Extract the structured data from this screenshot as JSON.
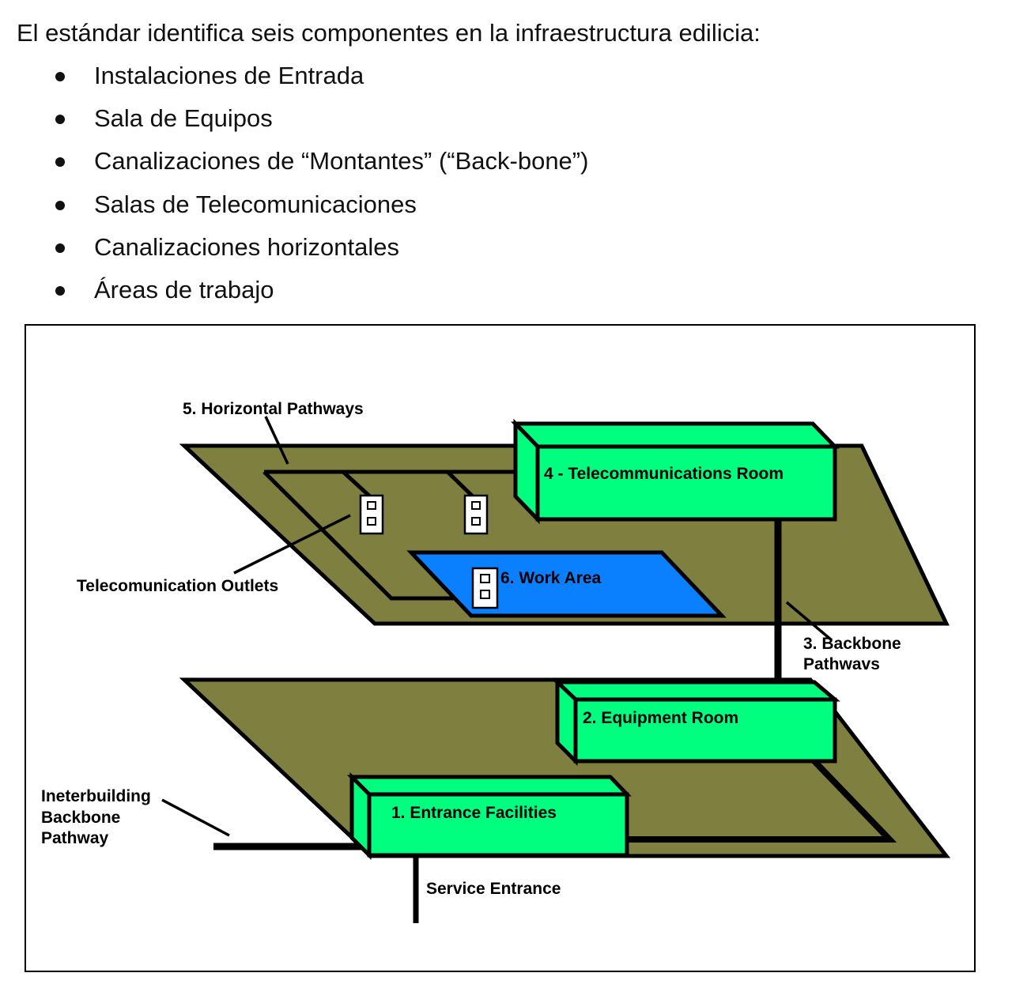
{
  "intro": "El estándar identifica seis componentes en la infraestructura edilicia:",
  "bullets": [
    "Instalaciones de Entrada",
    "Sala de Equipos",
    "Canalizaciones de “Montantes” (“Back-bone”)",
    "Salas de Telecomunicaciones",
    "Canalizaciones horizontales",
    "Áreas de trabajo"
  ],
  "diagram": {
    "labels": {
      "horizontal_pathways": "5. Horizontal Pathways",
      "telecom_room": "4 - Telecommunications Room",
      "telecom_outlets": "Telecomunication Outlets",
      "work_area": "6. Work Area",
      "backbone_line1": "3. Backbone",
      "backbone_line2": "Pathwavs",
      "equipment_room": "2. Equipment Room",
      "interbuilding_line1": "Ineterbuilding",
      "interbuilding_line2": "Backbone",
      "interbuilding_line3": "Pathway",
      "entrance_facilities": "1. Entrance Facilities",
      "service_entrance": "Service Entrance"
    },
    "colors": {
      "floor": "#7f7f3f",
      "room": "#00ff7f",
      "work_area": "#0a80ff",
      "outline": "#000000",
      "outlet": "#ffffff"
    }
  }
}
